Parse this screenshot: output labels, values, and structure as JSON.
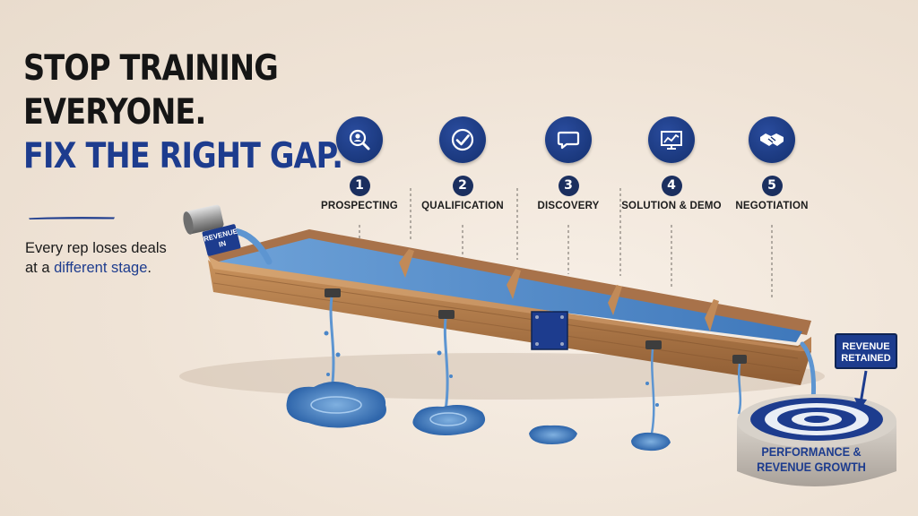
{
  "headline": {
    "line1": "STOP TRAINING",
    "line2": "EVERYONE.",
    "line3": "FIX THE RIGHT GAP."
  },
  "subtext": {
    "before": "Every rep loses deals",
    "middle": "at a ",
    "highlight": "different stage",
    "after": "."
  },
  "stages": [
    {
      "number": "1",
      "label": "PROSPECTING",
      "icon": "search-person-icon"
    },
    {
      "number": "2",
      "label": "QUALIFICATION",
      "icon": "checkmark-icon"
    },
    {
      "number": "3",
      "label": "DISCOVERY",
      "icon": "chat-bubble-icon"
    },
    {
      "number": "4",
      "label": "SOLUTION & DEMO",
      "icon": "presentation-screen-icon"
    },
    {
      "number": "5",
      "label": "NEGOTIATION",
      "icon": "handshake-icon"
    }
  ],
  "pipe_tag": {
    "line1": "REVENUE",
    "line2": "IN"
  },
  "retained_tag": {
    "line1": "REVENUE",
    "line2": "RETAINED"
  },
  "target_label": {
    "line1": "PERFORMANCE &",
    "line2": "REVENUE GROWTH"
  },
  "colors": {
    "background": "#f1e7dc",
    "accent_blue": "#1d3c8e",
    "dark_navy": "#1b2f5f",
    "water": "#4a86c8",
    "wood": "#b07a4c"
  }
}
